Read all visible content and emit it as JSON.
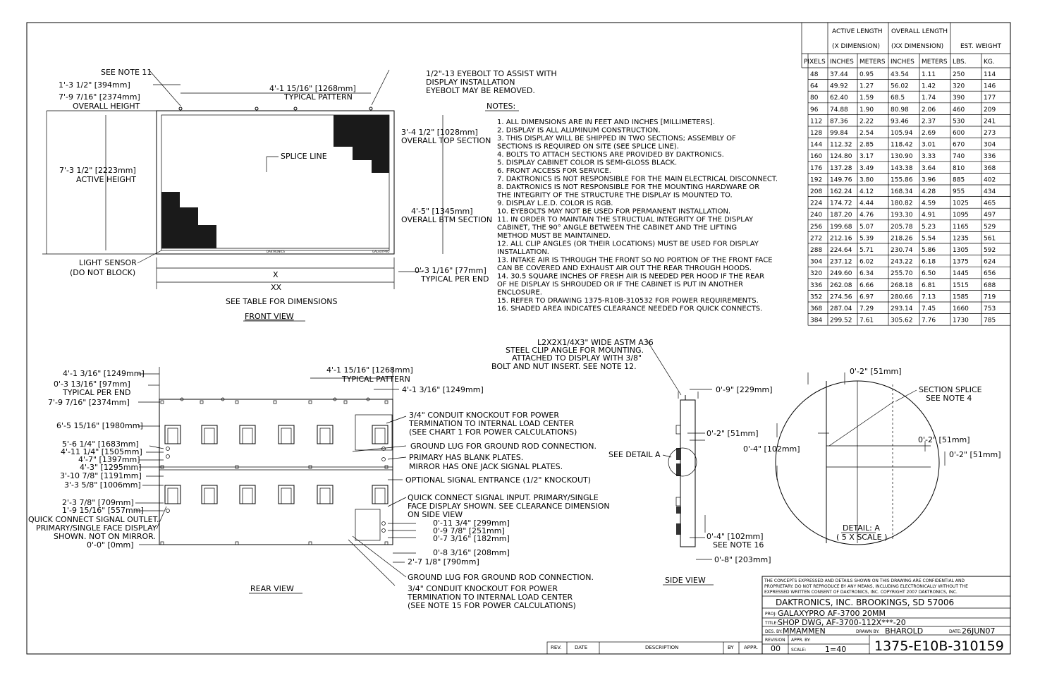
{
  "front_view": {
    "callouts_left": [
      "SEE NOTE 11",
      "1'-3 1/2\" [394mm]",
      "7'-9 7/16\" [2374mm]",
      "OVERALL HEIGHT",
      "7'-3 1/2\" [2223mm]",
      "ACTIVE HEIGHT",
      "LIGHT SENSOR",
      "(DO NOT BLOCK)"
    ],
    "eyebolt_pattern": [
      "4'-1 15/16\" [1268mm]",
      "TYPICAL PATTERN"
    ],
    "eyebolt_note": [
      "1/2\"-13 EYEBOLT TO ASSIST WITH",
      "DISPLAY INSTALLATION",
      "EYEBOLT MAY BE REMOVED."
    ],
    "splice_line": "SPLICE LINE",
    "top_section": [
      "3'-4 1/2\" [1028mm]",
      "OVERALL TOP SECTION"
    ],
    "btm_section": [
      "4'-5\" [1345mm]",
      "OVERALL BTM SECTION"
    ],
    "end_dim": [
      "0'-3 1/16\" [77mm]",
      "TYPICAL PER END"
    ],
    "x_label": "X",
    "xx_label": "XX",
    "table_note": "SEE TABLE FOR DIMENSIONS",
    "title": "FRONT VIEW",
    "brand_left": "DAKTRONICS",
    "brand_right": "GALAXYPRO"
  },
  "notes": {
    "heading": "NOTES:",
    "lines": [
      "1.   ALL DIMENSIONS ARE IN FEET AND INCHES [MILLIMETERS].",
      "2.   DISPLAY IS ALL ALUMINUM CONSTRUCTION.",
      "3.   THIS DISPLAY WILL BE SHIPPED IN TWO SECTIONS;  ASSEMBLY OF",
      "       SECTIONS IS REQUIRED ON SITE (SEE SPLICE LINE).",
      "4.   BOLTS TO ATTACH SECTIONS ARE PROVIDED BY DAKTRONICS.",
      "5.   DISPLAY CABINET COLOR IS SEMI-GLOSS BLACK.",
      "6.   FRONT ACCESS FOR SERVICE.",
      "7.   DAKTRONICS IS NOT RESPONSIBLE FOR THE MAIN ELECTRICAL DISCONNECT.",
      "8.   DAKTRONICS IS NOT RESPONSIBLE FOR THE MOUNTING HARDWARE OR",
      "       THE INTEGRITY OF THE STRUCTURE THE DISPLAY IS MOUNTED TO.",
      "9.   DISPLAY L.E.D. COLOR IS RGB.",
      "10. EYEBOLTS MAY NOT BE USED FOR PERMANENT INSTALLATION.",
      "11. IN ORDER TO MAINTAIN THE STRUCTUAL INTEGRITY OF THE DISPLAY",
      "       CABINET, THE 90° ANGLE BETWEEN THE CABINET AND THE LIFTING",
      "       METHOD MUST BE MAINTAINED.",
      "12. ALL CLIP ANGLES (OR THEIR LOCATIONS) MUST BE USED FOR DISPLAY",
      "       INSTALLATION.",
      "13. INTAKE AIR IS THROUGH THE FRONT SO NO PORTION OF THE FRONT FACE",
      "       CAN BE COVERED AND EXHAUST AIR OUT THE REAR THROUGH HOODS.",
      "14. 30.5 SQUARE INCHES OF FRESH AIR IS NEEDED PER HOOD IF THE REAR",
      "       OF HE DISPLAY IS SHROUDED OR IF THE CABINET IS PUT IN ANOTHER",
      "       ENCLOSURE.",
      "15. REFER TO DRAWING 1375-R10B-310532 FOR POWER REQUIREMENTS.",
      "16. SHADED AREA INDICATES CLEARANCE NEEDED FOR QUICK CONNECTS."
    ]
  },
  "dim_table": {
    "head_active": [
      "ACTIVE  LENGTH",
      "(X  DIMENSION)"
    ],
    "head_overall": [
      "OVERALL  LENGTH",
      "(XX  DIMENSION)"
    ],
    "head_weight": "EST.  WEIGHT",
    "columns": [
      "PIXELS",
      "INCHES",
      "METERS",
      "INCHES",
      "METERS",
      "LBS.",
      "KG."
    ],
    "rows": [
      [
        "48",
        "37.44",
        "0.95",
        "43.54",
        "1.11",
        "250",
        "114"
      ],
      [
        "64",
        "49.92",
        "1.27",
        "56.02",
        "1.42",
        "320",
        "146"
      ],
      [
        "80",
        "62.40",
        "1.59",
        "68.5",
        "1.74",
        "390",
        "177"
      ],
      [
        "96",
        "74.88",
        "1.90",
        "80.98",
        "2.06",
        "460",
        "209"
      ],
      [
        "112",
        "87.36",
        "2.22",
        "93.46",
        "2.37",
        "530",
        "241"
      ],
      [
        "128",
        "99.84",
        "2.54",
        "105.94",
        "2.69",
        "600",
        "273"
      ],
      [
        "144",
        "112.32",
        "2.85",
        "118.42",
        "3.01",
        "670",
        "304"
      ],
      [
        "160",
        "124.80",
        "3.17",
        "130.90",
        "3.33",
        "740",
        "336"
      ],
      [
        "176",
        "137.28",
        "3.49",
        "143.38",
        "3.64",
        "810",
        "368"
      ],
      [
        "192",
        "149.76",
        "3.80",
        "155.86",
        "3.96",
        "885",
        "402"
      ],
      [
        "208",
        "162.24",
        "4.12",
        "168.34",
        "4.28",
        "955",
        "434"
      ],
      [
        "224",
        "174.72",
        "4.44",
        "180.82",
        "4.59",
        "1025",
        "465"
      ],
      [
        "240",
        "187.20",
        "4.76",
        "193.30",
        "4.91",
        "1095",
        "497"
      ],
      [
        "256",
        "199.68",
        "5.07",
        "205.78",
        "5.23",
        "1165",
        "529"
      ],
      [
        "272",
        "212.16",
        "5.39",
        "218.26",
        "5.54",
        "1235",
        "561"
      ],
      [
        "288",
        "224.64",
        "5.71",
        "230.74",
        "5.86",
        "1305",
        "592"
      ],
      [
        "304",
        "237.12",
        "6.02",
        "243.22",
        "6.18",
        "1375",
        "624"
      ],
      [
        "320",
        "249.60",
        "6.34",
        "255.70",
        "6.50",
        "1445",
        "656"
      ],
      [
        "336",
        "262.08",
        "6.66",
        "268.18",
        "6.81",
        "1515",
        "688"
      ],
      [
        "352",
        "274.56",
        "6.97",
        "280.66",
        "7.13",
        "1585",
        "719"
      ],
      [
        "368",
        "287.04",
        "7.29",
        "293.14",
        "7.45",
        "1660",
        "753"
      ],
      [
        "384",
        "299.52",
        "7.61",
        "305.62",
        "7.76",
        "1730",
        "785"
      ]
    ]
  },
  "rear_view": {
    "left_dims": [
      "4'-1 3/16\" [1249mm]",
      "0'-3 13/16\" [97mm]",
      "TYPICAL PER END",
      "7'-9 7/16\" [2374mm]",
      "6'-5 15/16\" [1980mm]",
      "5'-6 1/4\" [1683mm]",
      "4'-11 1/4\" [1505mm]",
      "4'-7\" [1397mm]",
      "4'-3\" [1295mm]",
      "3'-10 7/8\" [1191mm]",
      "3'-3 5/8\" [1006mm]",
      "2'-3 7/8\" [709mm]",
      "1'-9 15/16\" [557mm]"
    ],
    "quick_out": [
      "QUICK CONNECT SIGNAL OUTLET.",
      "PRIMARY/SINGLE FACE DISPLAY",
      "SHOWN.  NOT ON MIRROR."
    ],
    "zero_dim": "0'-0\" [0mm]",
    "top_pattern": [
      "4'-1 15/16\" [1268mm]",
      "TYPICAL PATTERN"
    ],
    "right_top_dim": "4'-1 3/16\" [1249mm]",
    "conduit_top": [
      "3/4\" CONDUIT KNOCKOUT FOR POWER",
      "TERMINATION TO INTERNAL LOAD CENTER",
      "(SEE CHART 1 FOR POWER CALCULATIONS)"
    ],
    "ground_lug_top": "GROUND LUG FOR GROUND ROD CONNECTION.",
    "primary_note": [
      "PRIMARY HAS BLANK PLATES.",
      "MIRROR HAS ONE JACK SIGNAL PLATES."
    ],
    "optional_signal": "OPTIONAL SIGNAL ENTRANCE (1/2\" KNOCKOUT)",
    "quick_in": [
      "QUICK CONNECT SIGNAL INPUT.  PRIMARY/SINGLE",
      "FACE DISPLAY SHOWN.  SEE CLEARANCE DIMENSION",
      "ON SIDE VIEW"
    ],
    "small_dims": [
      "0'-11 3/4\" [299mm]",
      "0'-9 7/8\" [251mm]",
      "0'-7 3/16\" [182mm]",
      "0'-8 3/16\" [208mm]",
      "2'-7 1/8\" [790mm]"
    ],
    "ground_lug_bottom": "GROUND LUG FOR GROUND ROD CONNECTION.",
    "conduit_bottom": [
      "3/4\" CONDUIT KNOCKOUT FOR POWER",
      "TERMINATION TO INTERNAL LOAD CENTER",
      "(SEE NOTE 15 FOR POWER CALCULATIONS)"
    ],
    "title": "REAR VIEW"
  },
  "side_view": {
    "clip_note": [
      "L2X2X1/4X3\" WIDE ASTM A36",
      "STEEL CLIP ANGLE FOR MOUNTING.",
      "ATTACHED TO DISPLAY WITH 3/8\"",
      "BOLT AND NUT INSERT. SEE NOTE 12."
    ],
    "dims": [
      "0'-9\" [229mm]",
      "0'-2\" [51mm]",
      "0'-4\" [102mm]",
      "SEE NOTE 16",
      "0'-8\" [203mm]"
    ],
    "see_detail": "SEE DETAIL A",
    "title": "SIDE VIEW"
  },
  "detail_a": {
    "dims": [
      "0'-2\" [51mm]",
      "0'-4\" [102mm]",
      "0'-2\" [51mm]",
      "0'-2\" [51mm]"
    ],
    "section_splice": [
      "SECTION SPLICE",
      "SEE NOTE 4"
    ],
    "title": "DETAIL: A",
    "scale": "( 5 X SCALE )"
  },
  "title_block": {
    "confidential": [
      "THE CONCEPTS EXPRESSED AND DETAILS SHOWN ON THIS DRAWING ARE CONFIDENTIAL AND",
      "PROPRIETARY.  DO NOT REPRODUCE BY ANY MEANS, INCLUDING ELECTRONICALLY WITHOUT THE",
      "EXPRESSED WRITTEN CONSENT OF DAKTRONICS, INC.                    COPYRIGHT 2007 DAKTRONICS, INC."
    ],
    "company": "DAKTRONICS,  INC.    BROOKINGS, SD 57006",
    "proj_label": "PROJ:",
    "proj": "GALAXYPRO AF-3700 20MM",
    "title_label": "TITLE:",
    "title": "SHOP DWG, AF-3700-112X***-20",
    "des_label": "DES. BY:",
    "des_by": "MMAMMEN",
    "drawn_label": "DRAWN BY:",
    "drawn_by": "BHAROLD",
    "date_label": "DATE:",
    "date": "26JUN07",
    "revision_label": "REVISION",
    "revision": "00",
    "appr_label": "APPR. BY:",
    "scale_label": "SCALE:",
    "scale": "1=40",
    "drawing_no": "1375-E10B-310159"
  },
  "revision_block": {
    "columns": [
      "REV.",
      "DATE",
      "DESCRIPTION",
      "BY",
      "APPR."
    ]
  }
}
